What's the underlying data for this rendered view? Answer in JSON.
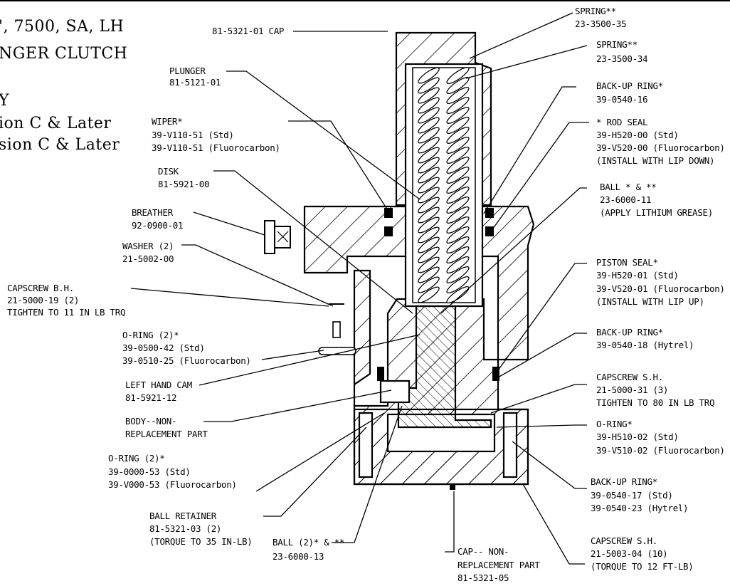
{
  "title": {
    "line1": "', 7500, SA, LH",
    "line2": "NGER CLUTCH",
    "line3": "Y",
    "line4": "ion C & Later",
    "line5": "sion C & Later"
  },
  "labels": {
    "cap": "81-5321-01 CAP",
    "plunger": [
      "PLUNGER",
      "81-5121-01"
    ],
    "wiper": [
      "WIPER*",
      "39-V110-51 (Std)",
      "39-V110-51 (Fluorocarbon)"
    ],
    "disk": [
      "DISK",
      "81-5921-00"
    ],
    "breather": [
      "BREATHER",
      "92-0900-01"
    ],
    "washer": [
      "WASHER (2)",
      "21-5002-00"
    ],
    "capscrew_bh": [
      "CAPSCREW B.H.",
      "21-5000-19  (2)",
      "TIGHTEN TO 11 IN LB TRQ"
    ],
    "oring1": [
      "O-RING (2)*",
      "39-0500-42 (Std)",
      "39-0510-25 (Fluorocarbon)"
    ],
    "left_cam": [
      "LEFT HAND CAM",
      "81-5921-12"
    ],
    "body": [
      "BODY--NON-",
      "REPLACEMENT PART"
    ],
    "oring2": [
      "O-RING (2)*",
      "39-0000-53 (Std)",
      "39-V000-53 (Fluorocarbon)"
    ],
    "ball_retainer": [
      "BALL RETAINER",
      "81-5321-03 (2)",
      "(TORQUE TO 35 IN-LB)"
    ],
    "ball2": [
      "BALL (2)* & **",
      "23-6000-13"
    ],
    "cap_nr": [
      "CAP-- NON-",
      "REPLACEMENT PART",
      "81-5321-05"
    ],
    "spring1": [
      "SPRING**",
      "23-3500-35"
    ],
    "spring2": [
      "SPRING**",
      "23-3500-34"
    ],
    "backup16": [
      "BACK-UP RING*",
      "39-0540-16"
    ],
    "rod_seal": [
      "* ROD SEAL",
      "39-H520-00 (Std)",
      "39-V520-00 (Fluorocarbon)",
      "(INSTALL WITH LIP DOWN)"
    ],
    "ball1": [
      "BALL * & **",
      "23-6000-11",
      "(APPLY LITHIUM GREASE)"
    ],
    "piston_seal": [
      "PISTON SEAL*",
      "39-H520-01 (Std)",
      "39-V520-01 (Fluorocarbon)",
      "(INSTALL WITH LIP UP)"
    ],
    "backup18": [
      "BACK-UP RING*",
      "39-0540-18 (Hytrel)"
    ],
    "capscrew_sh1": [
      "CAPSCREW S.H.",
      "21-5000-31 (3)",
      "TIGHTEN TO 80 IN LB TRQ"
    ],
    "oring3": [
      "O-RING*",
      "39-H510-02 (Std)",
      "39-V510-02 (Fluorocarbon)"
    ],
    "backup17": [
      "BACK-UP RING*",
      "39-0540-17 (Std)",
      "39-0540-23 (Hytrel)"
    ],
    "capscrew_sh2": [
      "CAPSCREW S.H.",
      "21-5003-04 (10)",
      "(TORQUE TO 12 FT-LB)"
    ]
  }
}
